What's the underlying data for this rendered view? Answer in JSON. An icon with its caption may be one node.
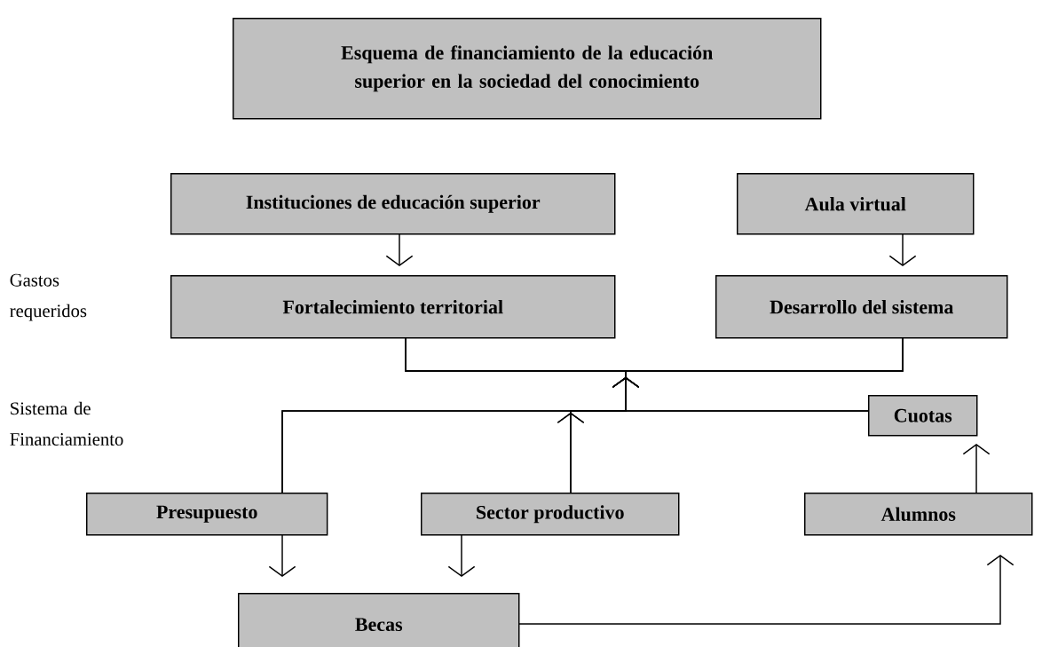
{
  "diagram": {
    "nodes": [
      {
        "text": [
          "Esquema de financiamiento de la educación superior en la sociedad del conocimiento"
        ]
      },
      {
        "text": [
          "Instituciones de educación superior"
        ]
      },
      {
        "text": [
          "Aula virtual"
        ]
      },
      {
        "text": [
          "Fortalecimiento territorial"
        ]
      },
      {
        "text": [
          "Desarrollo del sistema"
        ]
      },
      {
        "text": [
          "Cuotas"
        ]
      },
      {
        "text": [
          "Presupuesto"
        ]
      },
      {
        "text": [
          "Sector productivo"
        ]
      },
      {
        "text": [
          "Alumnos"
        ]
      },
      {
        "text": [
          "Becas"
        ]
      }
    ],
    "edges": [
      {
        "from": 1,
        "to": 3,
        "arrow": "to"
      },
      {
        "from": 2,
        "to": 4,
        "arrow": "to"
      },
      {
        "from": 6,
        "to": 3,
        "arrow": "to"
      },
      {
        "from": 6,
        "to": 4,
        "arrow": "to"
      },
      {
        "from": 5,
        "to": 3,
        "arrow": "to"
      },
      {
        "from": 5,
        "to": 4,
        "arrow": "to"
      },
      {
        "from": 7,
        "to": 3,
        "arrow": "to"
      },
      {
        "from": 7,
        "to": 4,
        "arrow": "to"
      },
      {
        "from": 6,
        "to": 9,
        "arrow": "to"
      },
      {
        "from": 7,
        "to": 9,
        "arrow": "to"
      },
      {
        "from": 9,
        "to": 8,
        "arrow": "to"
      },
      {
        "from": 8,
        "to": 5,
        "arrow": "to"
      }
    ],
    "labels": [
      "Gastos requeridos",
      "Sistema de Financiamiento"
    ]
  }
}
